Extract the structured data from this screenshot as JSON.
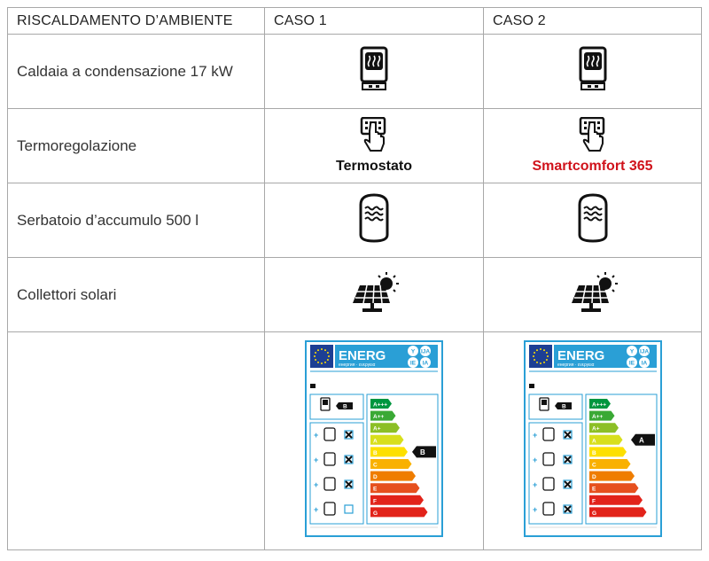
{
  "header": {
    "col1": "RISCALDAMENTO D’AMBIENTE",
    "col2": "CASO 1",
    "col3": "CASO 2"
  },
  "rows": [
    {
      "label": "Caldaia a condensazione 17 kW",
      "icon": "boiler-icon"
    },
    {
      "label": "Termoregolazione",
      "icon": "thermostat-keypad-icon",
      "case1_caption": "Termostato",
      "case2_caption": "Smartcomfort 365"
    },
    {
      "label": "Serbatoio d’accumulo 500 l",
      "icon": "water-tank-icon"
    },
    {
      "label": "Collettori solari",
      "icon": "solar-panel-icon"
    }
  ],
  "energy_labels": {
    "brand": "ENERG",
    "subtitle": "енергия · ενεργεια",
    "badges": [
      "Y",
      "IJA",
      "IE",
      "IA"
    ],
    "classes": [
      "A+++",
      "A++",
      "A+",
      "A",
      "B",
      "C",
      "D",
      "E",
      "F",
      "G"
    ],
    "class_colors": [
      "#00963f",
      "#3aa935",
      "#8cbf26",
      "#d8df1c",
      "#fde000",
      "#f9b100",
      "#ef7d00",
      "#e6501e",
      "#e2231a",
      "#e2231a"
    ],
    "case1": {
      "component_class": "B",
      "package_class": "B",
      "checks": [
        "x",
        "x",
        "x",
        "empty"
      ]
    },
    "case2": {
      "component_class": "B",
      "package_class": "A",
      "checks": [
        "x",
        "x",
        "x",
        "x"
      ]
    },
    "brand_color": "#2a9fd6"
  }
}
